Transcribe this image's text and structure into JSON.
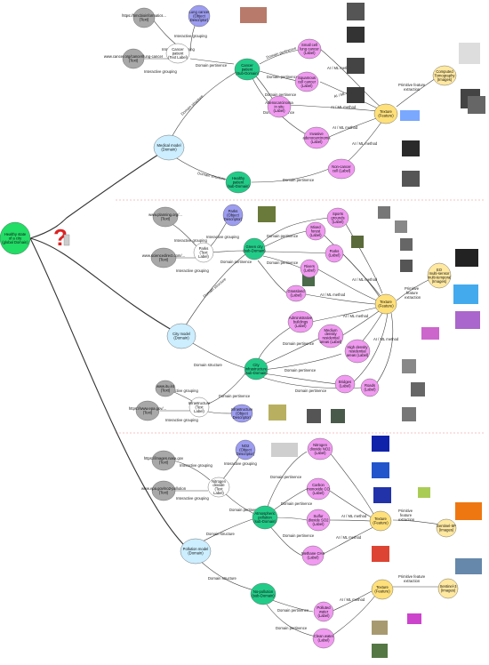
{
  "nodes": {
    "root": {
      "text": "Healthy state of a city (global Domain)"
    },
    "medical": {
      "text": "Medical model (Domain)"
    },
    "city": {
      "text": "City model (Domain)"
    },
    "pollution": {
      "text": "Pollution model (Domain)"
    },
    "cancer_patient": {
      "text": "Cancer patient (Sub-Domain)"
    },
    "healthy_patient": {
      "text": "Healthy patient (sub-Domain)"
    },
    "small_cell": {
      "text": "Small cell lung cancer (Label)"
    },
    "squamous": {
      "text": "Squamous cell cancer (Label)"
    },
    "adenocarcinoma_in_situ": {
      "text": "Adenocarcinoma in situ (Label)"
    },
    "invasive_adeno": {
      "text": "Invasive adenocarcinoma (Label)"
    },
    "non_cancer": {
      "text": "Non-cancer cell (Label)"
    },
    "texture_med": {
      "text": "Texture (Feature)"
    },
    "ct": {
      "text": "Computed Tomography (Images)"
    },
    "lung_cancer_obj": {
      "text": "Lung cancer (Object Descriptor)"
    },
    "cancer_patient_text": {
      "text": "Cancer patient (Text Label)"
    },
    "med_url1": {
      "text": "https://bmcbioinformatics... (Text)"
    },
    "med_url2": {
      "text": "www.cancer.org/cancer/lung-cancer (Text)"
    },
    "green_city": {
      "text": "Green city (sub-Domain)"
    },
    "city_infra": {
      "text": "City infrastructure (sub-Domain)"
    },
    "sports": {
      "text": "Sports grounds (Label)"
    },
    "mixed_forest": {
      "text": "Mixed forest (Label)"
    },
    "parks_label": {
      "text": "Parks (Label)"
    },
    "rivers": {
      "text": "Rivers (Label)"
    },
    "grassland": {
      "text": "Grassland (Label)"
    },
    "admin": {
      "text": "Administrative buildings (Label)"
    },
    "medium_density": {
      "text": "Medium density residential areas (Label)"
    },
    "high_density": {
      "text": "High density residential areas (Label)"
    },
    "bridges": {
      "text": "Bridges (Label)"
    },
    "roads": {
      "text": "Roads (Label)"
    },
    "texture_city": {
      "text": "Texture (Feature)"
    },
    "eo": {
      "text": "EO multi-sensor multi-temporal (Images)"
    },
    "parks_obj": {
      "text": "Parks (Object Descriptor)"
    },
    "parks_text": {
      "text": "Parks (Text Label)"
    },
    "city_url1": {
      "text": "www.planning.org/... (Text)"
    },
    "city_url2": {
      "text": "www.sciencedirect.com/... (Text)"
    },
    "infra_obj": {
      "text": "Infrastructure (Object Descriptor)"
    },
    "infra_text": {
      "text": "Infrastructure (Text Label)"
    },
    "city_url3": {
      "text": "www.itu.int (Text)"
    },
    "city_url4": {
      "text": "https://www.epa.gov/... (Text)"
    },
    "atm_pollution": {
      "text": "Atmospheric pollution (sub-Domain)"
    },
    "no_pollution": {
      "text": "No-pollution (sub-Domain)"
    },
    "no2_label": {
      "text": "Nitrogen dioxide NO2 (Label)"
    },
    "co_label": {
      "text": "Carbon monoxide CO (Label)"
    },
    "so2_label": {
      "text": "Sulfur dioxide SO2 (Label)"
    },
    "ch4_label": {
      "text": "Methane CH4 (Label)"
    },
    "polluted_water": {
      "text": "Polluted water (Label)"
    },
    "clean_water": {
      "text": "Clean water (Label)"
    },
    "texture_pol1": {
      "text": "Texture (Feature)"
    },
    "texture_pol2": {
      "text": "Texture (Feature)"
    },
    "sentinel5p": {
      "text": "Sentinel-5P (Images)"
    },
    "sentinel3": {
      "text": "Sentinel-3 (Images)"
    },
    "no2_obj": {
      "text": "NO2 (Object Descriptor)"
    },
    "no2_text": {
      "text": "Nitrogen dioxide (Text Label)"
    },
    "pol_url1": {
      "text": "https://images.nasa.gov (Text)"
    },
    "pol_url2": {
      "text": "www.epa.gov/no2-pollution (Text)"
    }
  },
  "edge_labels": {
    "domain_structure": "Domain structure",
    "domain_pertinence": "Domain pertinence",
    "ai_ml_method": "AI / ML method",
    "interactive_grouping": "Interactive grouping",
    "primitive_feature_extraction": "Primitive feature extraction"
  },
  "icons": {
    "question": "question-mark-icon"
  },
  "colors": {
    "root": "#22dd66",
    "domain": "#cceeff",
    "subdomain": "#22cc88",
    "label": "#f09af0",
    "feature": "#ffe07a",
    "images": "#ffe8a0",
    "object": "#9c9cf0",
    "textlabel": "#ffffff",
    "text": "#a8a8a8",
    "separator": "#ee8888"
  }
}
